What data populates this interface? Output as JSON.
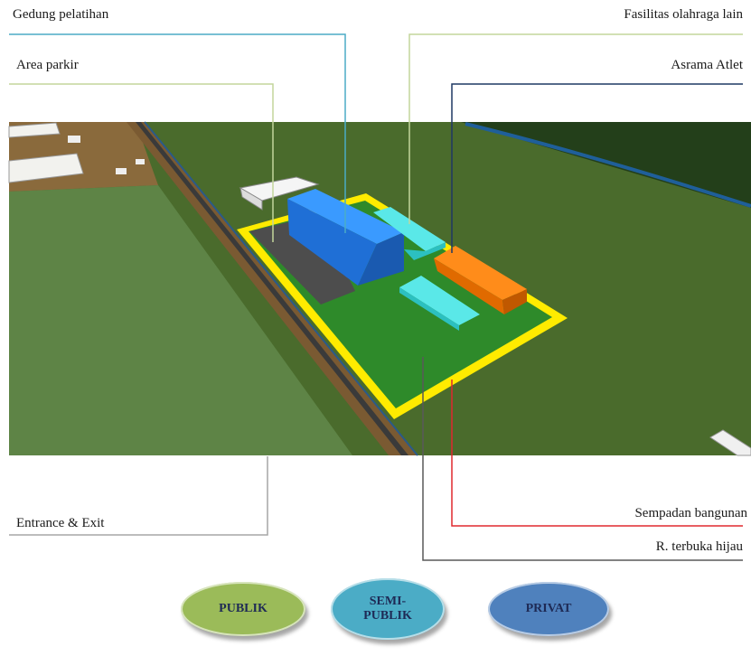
{
  "labels": {
    "gedung_pelatihan": "Gedung pelatihan",
    "area_parkir": "Area parkir",
    "fasilitas_olahraga": "Fasilitas olahraga lain",
    "asrama_atlet": "Asrama Atlet",
    "entrance_exit": "Entrance & Exit",
    "sempadan_bangunan": "Sempadan bangunan",
    "ruang_terbuka_hijau": "R. terbuka hijau"
  },
  "legend": {
    "publik": "PUBLIK",
    "semi_publik_line1": "SEMI-",
    "semi_publik_line2": "PUBLIK",
    "privat": "PRIVAT"
  },
  "colors": {
    "publik": "#9bbb59",
    "semi_publik": "#4bacc6",
    "privat": "#4f81bd",
    "leader_gedung": "#4bacc6",
    "leader_parkir": "#c3d69b",
    "leader_fasilitas": "#c3d69b",
    "leader_asrama": "#1f3864",
    "leader_entrance": "#a6a6a6",
    "leader_sempadan": "#e0282e",
    "leader_hijau": "#595959"
  }
}
